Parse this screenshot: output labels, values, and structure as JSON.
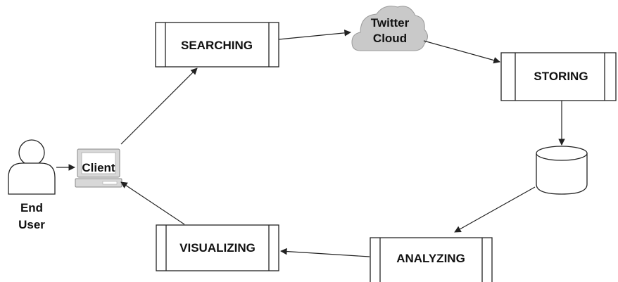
{
  "nodes": {
    "end_user": {
      "label_line1": "End",
      "label_line2": "User"
    },
    "client": {
      "label": "Client"
    },
    "searching": {
      "label": "SEARCHING"
    },
    "twitter_cloud": {
      "label_line1": "Twitter",
      "label_line2": "Cloud"
    },
    "storing": {
      "label": "STORING"
    },
    "database": {
      "label": ""
    },
    "analyzing": {
      "label": "ANALYZING"
    },
    "visualizing": {
      "label": "VISUALIZING"
    }
  },
  "edges": [
    {
      "from": "end_user",
      "to": "client"
    },
    {
      "from": "client",
      "to": "searching"
    },
    {
      "from": "searching",
      "to": "twitter_cloud"
    },
    {
      "from": "twitter_cloud",
      "to": "storing"
    },
    {
      "from": "storing",
      "to": "database"
    },
    {
      "from": "database",
      "to": "analyzing"
    },
    {
      "from": "analyzing",
      "to": "visualizing"
    },
    {
      "from": "visualizing",
      "to": "client"
    }
  ],
  "colors": {
    "stroke": "#222222",
    "cloud_fill": "#c9c9c9",
    "device_fill": "#d8d8d8",
    "background": "#ffffff"
  },
  "icons": {
    "actor": "user-icon",
    "client": "laptop-icon",
    "cloud": "cloud-icon",
    "database": "database-icon"
  }
}
